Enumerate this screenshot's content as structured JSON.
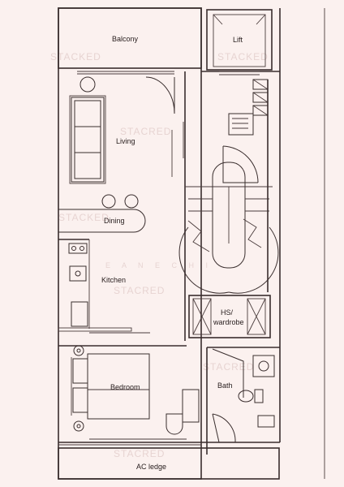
{
  "rooms": {
    "balcony": "Balcony",
    "lift": "Lift",
    "living": "Living",
    "dining": "Dining",
    "kitchen": "Kitchen",
    "hs_wardrobe_1": "HS/",
    "hs_wardrobe_2": "wardrobe",
    "bedroom": "Bedroom",
    "bath": "Bath",
    "ac_ledge": "AC ledge"
  },
  "watermarks": [
    "STACKED",
    "STACKED",
    "STACRED",
    "STACKED",
    "STACRED",
    "STACRED",
    "STACRED"
  ],
  "faint_text": "E A N E C H I"
}
